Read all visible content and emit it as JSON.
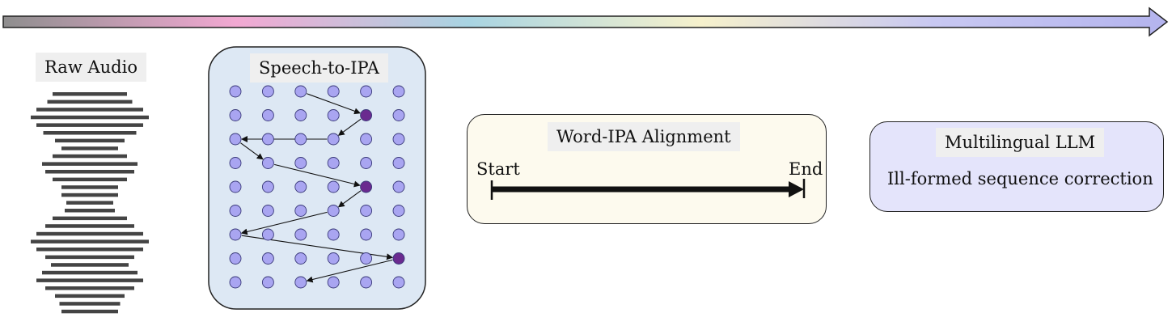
{
  "stages": {
    "raw_audio": {
      "label": "Raw Audio"
    },
    "speech_to_ipa": {
      "label": "Speech-to-IPA",
      "color": "#dde8f4"
    },
    "word_ipa_alignment": {
      "label": "Word-IPA Alignment",
      "start": "Start",
      "end": "End",
      "color": "#fdfaee"
    },
    "multilingual_llm": {
      "label": "Multilingual LLM",
      "description": "Ill-formed sequence correction",
      "color": "#e4e4fb"
    }
  },
  "colors": {
    "node": "#a9a5f1",
    "node_selected": "#6a2a8f",
    "waveform": "#444444"
  },
  "waveform_bar_widths": [
    92,
    105,
    132,
    146,
    132,
    115,
    86,
    70,
    92,
    118,
    110,
    92,
    70,
    70,
    58,
    62,
    92,
    110,
    132,
    146,
    132,
    110,
    96,
    118,
    132,
    110,
    86,
    75,
    70
  ],
  "grid": {
    "rows": 9,
    "cols": 6,
    "selected": [
      [
        1,
        4
      ],
      [
        4,
        4
      ],
      [
        7,
        5
      ]
    ],
    "path": [
      [
        0,
        2
      ],
      [
        1,
        4
      ],
      [
        2,
        3
      ],
      [
        2,
        0
      ],
      [
        3,
        1
      ],
      [
        4,
        4
      ],
      [
        5,
        3
      ],
      [
        6,
        0
      ],
      [
        7,
        5
      ],
      [
        8,
        2
      ]
    ]
  }
}
